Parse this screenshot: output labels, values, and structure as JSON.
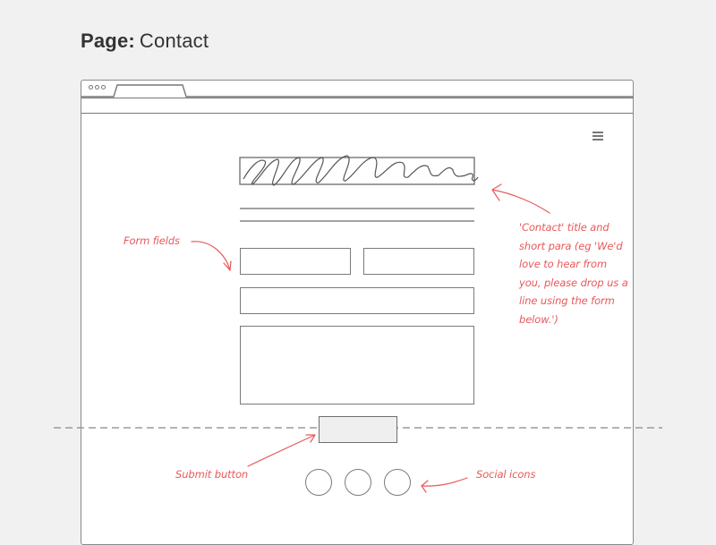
{
  "header": {
    "label": "Page:",
    "value": "Contact"
  },
  "browser": {
    "window_controls": [
      "dot",
      "dot",
      "dot"
    ],
    "menu_icon": "hamburger-icon"
  },
  "wireframe": {
    "title_placeholder": "scribbled-title",
    "paragraph_lines": 2,
    "fields": [
      {
        "name": "first-name-field",
        "type": "input",
        "half": true
      },
      {
        "name": "last-name-field",
        "type": "input",
        "half": true
      },
      {
        "name": "email-field",
        "type": "input",
        "half": false
      },
      {
        "name": "message-field",
        "type": "textarea",
        "half": false
      }
    ],
    "submit": {
      "label": ""
    },
    "social_icons": [
      "social-icon-1",
      "social-icon-2",
      "social-icon-3"
    ],
    "fold_line": "dashed"
  },
  "annotations": {
    "contact": "'Contact' title and short para (eg 'We'd love to hear from you, please drop us a line using the form below.')",
    "contact_lines": [
      "'Contact' title and",
      "short para (eg 'We'd",
      "love to hear from",
      "you, please drop us a",
      "line using the form",
      "below.')"
    ],
    "fields": "Form fields",
    "submit": "Submit button",
    "social": "Social icons"
  },
  "colors": {
    "background": "#f1f1f1",
    "wire": "#7a7a7a",
    "annotation": "#e8585a",
    "button_fill": "#efefef"
  }
}
